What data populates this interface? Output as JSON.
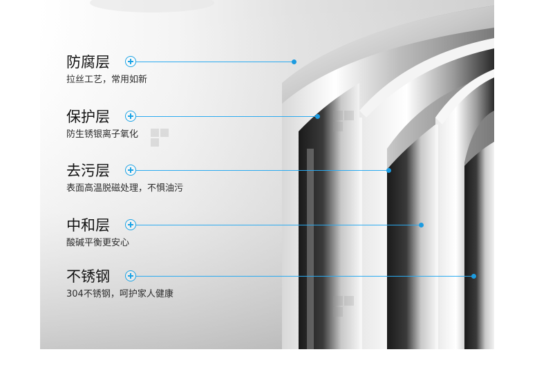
{
  "layers": [
    {
      "title": "防腐层",
      "desc": "拉丝工艺，常用如新"
    },
    {
      "title": "保护层",
      "desc": "防生锈银离子氧化"
    },
    {
      "title": "去污层",
      "desc": "表面高温脱磁处理，不惧油污"
    },
    {
      "title": "中和层",
      "desc": "酸碱平衡更安心"
    },
    {
      "title": "不锈钢",
      "desc": "304不锈钢，呵护家人健康"
    }
  ],
  "colors": {
    "accent": "#1c9be0",
    "title": "#111111",
    "desc": "#2b2b2b"
  },
  "icons": [
    "plus-circle-icon"
  ]
}
